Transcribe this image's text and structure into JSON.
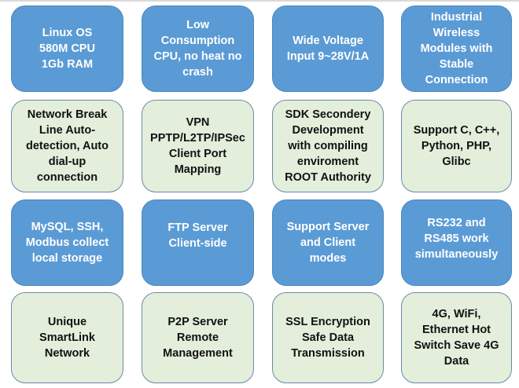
{
  "features": [
    {
      "text": "Linux OS\n580M CPU\n1Gb RAM",
      "style": "blue"
    },
    {
      "text": "Low\nConsumption\nCPU, no heat no\ncrash",
      "style": "blue"
    },
    {
      "text": "Wide Voltage\nInput 9~28V/1A",
      "style": "blue"
    },
    {
      "text": "Industrial\nWireless\nModules with\nStable\nConnection",
      "style": "blue"
    },
    {
      "text": "Network Break\nLine Auto-\ndetection, Auto\ndial-up\nconnection",
      "style": "green"
    },
    {
      "text": "VPN\nPPTP/L2TP/IPSec\nClient Port\nMapping",
      "style": "green"
    },
    {
      "text": "SDK Secondery\nDevelopment\nwith compiling\nenviroment\nROOT Authority",
      "style": "green"
    },
    {
      "text": "Support C, C++,\nPython, PHP,\nGlibc",
      "style": "green"
    },
    {
      "text": "MySQL, SSH,\nModbus collect\nlocal storage",
      "style": "blue"
    },
    {
      "text": "FTP Server\nClient-side",
      "style": "blue"
    },
    {
      "text": "Support Server\nand Client\nmodes",
      "style": "blue"
    },
    {
      "text": "RS232 and\nRS485 work\nsimultaneously",
      "style": "blue"
    },
    {
      "text": "Unique\nSmartLink\nNetwork",
      "style": "green"
    },
    {
      "text": "P2P Server\nRemote\nManagement",
      "style": "green"
    },
    {
      "text": "SSL Encryption\nSafe Data\nTransmission",
      "style": "green"
    },
    {
      "text": "4G, WiFi,\nEthernet Hot\nSwitch Save 4G\nData",
      "style": "green"
    }
  ],
  "colors": {
    "blue_box": "#5b9bd5",
    "green_box": "#e3eedb"
  }
}
